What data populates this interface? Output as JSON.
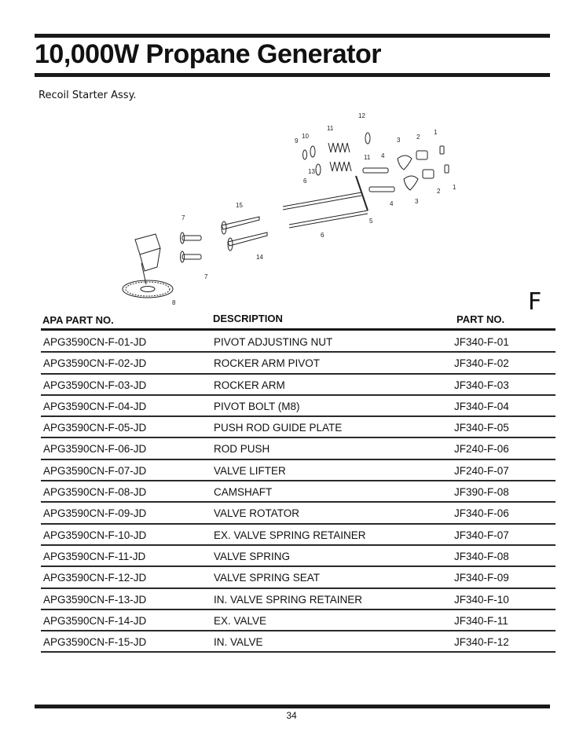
{
  "page": {
    "title": "10,000W Propane Generator",
    "subtitle": "Recoil Starter Assy.",
    "section_letter": "F",
    "page_number": "34"
  },
  "diagram": {
    "callouts": [
      "1",
      "1",
      "2",
      "2",
      "3",
      "3",
      "4",
      "4",
      "5",
      "6",
      "6",
      "7",
      "7",
      "8",
      "9",
      "10",
      "11",
      "11",
      "12",
      "13",
      "14",
      "15"
    ]
  },
  "table": {
    "headers": [
      "APA PART NO.",
      "DESCRIPTION",
      "PART NO."
    ],
    "rows": [
      [
        "APG3590CN-F-01-JD",
        "PIVOT ADJUSTING NUT",
        "JF340-F-01"
      ],
      [
        "APG3590CN-F-02-JD",
        "ROCKER ARM PIVOT",
        "JF340-F-02"
      ],
      [
        "APG3590CN-F-03-JD",
        "ROCKER ARM",
        "JF340-F-03"
      ],
      [
        "APG3590CN-F-04-JD",
        "PIVOT BOLT (M8)",
        "JF340-F-04"
      ],
      [
        "APG3590CN-F-05-JD",
        "PUSH ROD GUIDE PLATE",
        "JF340-F-05"
      ],
      [
        "APG3590CN-F-06-JD",
        "ROD PUSH",
        "JF240-F-06"
      ],
      [
        "APG3590CN-F-07-JD",
        "VALVE LIFTER",
        "JF240-F-07"
      ],
      [
        "APG3590CN-F-08-JD",
        "CAMSHAFT",
        "JF390-F-08"
      ],
      [
        "APG3590CN-F-09-JD",
        "VALVE ROTATOR",
        "JF340-F-06"
      ],
      [
        "APG3590CN-F-10-JD",
        "EX. VALVE SPRING RETAINER",
        "JF340-F-07"
      ],
      [
        "APG3590CN-F-11-JD",
        "VALVE SPRING",
        "JF340-F-08"
      ],
      [
        "APG3590CN-F-12-JD",
        "VALVE SPRING SEAT",
        "JF340-F-09"
      ],
      [
        "APG3590CN-F-13-JD",
        "IN. VALVE SPRING RETAINER",
        "JF340-F-10"
      ],
      [
        "APG3590CN-F-14-JD",
        "EX. VALVE",
        "JF340-F-11"
      ],
      [
        "APG3590CN-F-15-JD",
        "IN. VALVE",
        "JF340-F-12"
      ]
    ]
  }
}
